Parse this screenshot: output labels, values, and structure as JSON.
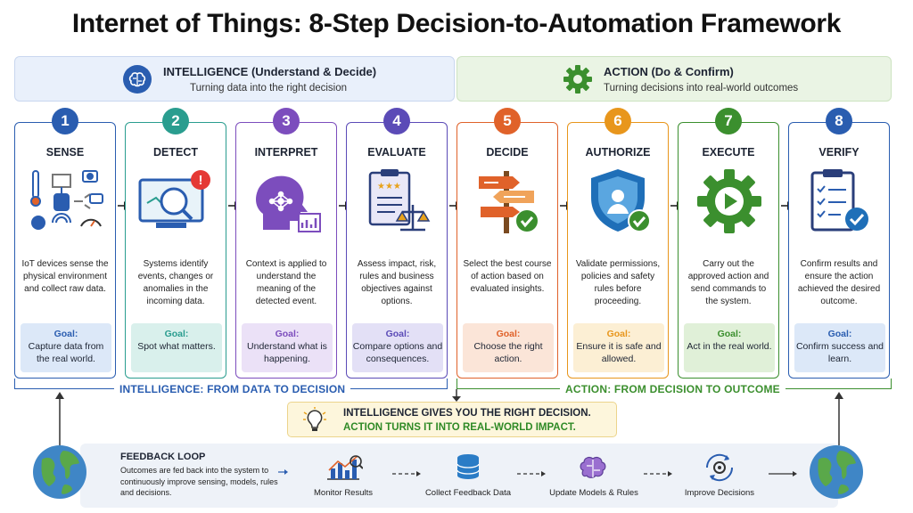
{
  "title": "Internet of Things: 8-Step Decision-to-Automation Framework",
  "colors": {
    "intelligence": "#2a5db0",
    "action": "#3b8f2e"
  },
  "phases": {
    "intelligence": {
      "title": "INTELLIGENCE (Understand & Decide)",
      "subtitle": "Turning data into the right decision",
      "icon": "brain-icon"
    },
    "action": {
      "title": "ACTION (Do & Confirm)",
      "subtitle": "Turning decisions into real-world outcomes",
      "icon": "gear-icon"
    }
  },
  "steps": [
    {
      "num": "1",
      "name": "SENSE",
      "color": "#2a5db0",
      "goal_bg": "#dce8f8",
      "icon": "sensors-icon",
      "desc": "IoT devices sense the physical environment and collect raw data.",
      "goal_label": "Goal:",
      "goal": "Capture data from the real world."
    },
    {
      "num": "2",
      "name": "DETECT",
      "color": "#2a9d8f",
      "goal_bg": "#d9f0ec",
      "icon": "monitor-alert-icon",
      "desc": "Systems identify events, changes or anomalies in the incoming data.",
      "goal_label": "Goal:",
      "goal": "Spot what matters."
    },
    {
      "num": "3",
      "name": "INTERPRET",
      "color": "#7c4dbd",
      "goal_bg": "#ebe1f7",
      "icon": "head-network-icon",
      "desc": "Context is applied to understand the meaning of the detected event.",
      "goal_label": "Goal:",
      "goal": "Understand what is happening."
    },
    {
      "num": "4",
      "name": "EVALUATE",
      "color": "#5b4bb7",
      "goal_bg": "#e3e0f6",
      "icon": "checklist-scale-icon",
      "desc": "Assess impact, risk, rules and business objectives against options.",
      "goal_label": "Goal:",
      "goal": "Compare options and consequences."
    },
    {
      "num": "5",
      "name": "DECIDE",
      "color": "#e0622a",
      "goal_bg": "#fbe5d8",
      "icon": "signpost-icon",
      "desc": "Select the best course of action based on evaluated insights.",
      "goal_label": "Goal:",
      "goal": "Choose the right action."
    },
    {
      "num": "6",
      "name": "AUTHORIZE",
      "color": "#e8961c",
      "goal_bg": "#fcefd4",
      "icon": "shield-user-icon",
      "desc": "Validate permissions, policies and safety rules before proceeding.",
      "goal_label": "Goal:",
      "goal": "Ensure it is safe and allowed."
    },
    {
      "num": "7",
      "name": "EXECUTE",
      "color": "#3b8f2e",
      "goal_bg": "#e0f0d8",
      "icon": "gear-play-icon",
      "desc": "Carry out the approved action and send commands to the system.",
      "goal_label": "Goal:",
      "goal": "Act in the real world."
    },
    {
      "num": "8",
      "name": "VERIFY",
      "color": "#2a5db0",
      "goal_bg": "#dce8f8",
      "icon": "clipboard-check-icon",
      "desc": "Confirm results and ensure the action achieved the desired outcome.",
      "goal_label": "Goal:",
      "goal": "Confirm success and learn."
    }
  ],
  "brackets": {
    "intelligence": "INTELLIGENCE: FROM DATA TO DECISION",
    "action": "ACTION: FROM DECISION TO OUTCOME"
  },
  "insight": {
    "line1": "INTELLIGENCE GIVES YOU THE RIGHT DECISION.",
    "line2": "ACTION TURNS IT INTO REAL-WORLD IMPACT.",
    "icon": "lightbulb-icon"
  },
  "feedback": {
    "title": "FEEDBACK LOOP",
    "text": "Outcomes are fed back into the system to continuously improve sensing, models, rules and decisions.",
    "steps": [
      {
        "label": "Monitor Results",
        "icon": "chart-icon"
      },
      {
        "label": "Collect Feedback Data",
        "icon": "database-icon"
      },
      {
        "label": "Update Models & Rules",
        "icon": "brain-icon"
      },
      {
        "label": "Improve Decisions",
        "icon": "refresh-gear-icon"
      }
    ]
  }
}
